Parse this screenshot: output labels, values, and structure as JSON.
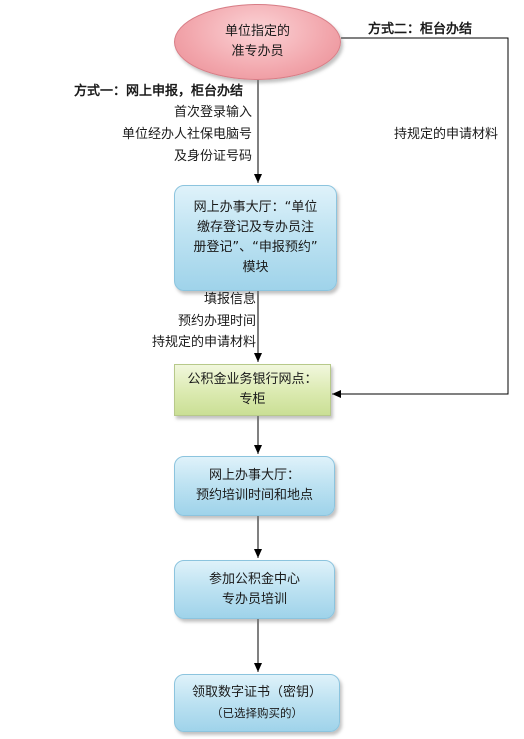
{
  "nodes": {
    "start": {
      "line1": "单位指定的",
      "line2": "准专办员"
    },
    "online_hall_register": {
      "line1": "网上办事大厅：“单位",
      "line2": "缴存登记及专办员注",
      "line3": "册登记”、“申报预约”",
      "line4": "模块"
    },
    "bank_counter": {
      "line1": "公积金业务银行网点：",
      "line2": "专柜"
    },
    "online_hall_training": {
      "line1": "网上办事大厅：",
      "line2": "预约培训时间和地点"
    },
    "training": {
      "line1": "参加公积金中心",
      "line2": "专办员培训"
    },
    "certificate": {
      "line1": "领取数字证书（密钥）",
      "line2": "（已选择购买的）"
    }
  },
  "labels": {
    "method_one": "方式一：网上申报，柜台办结",
    "first_login_1": "首次登录输入",
    "first_login_2": "单位经办人社保电脑号",
    "first_login_3": "及身份证号码",
    "method_two": "方式二：柜台办结",
    "bring_materials_right": "持规定的申请材料",
    "fill_info": "填报信息",
    "book_time": "预约办理时间",
    "bring_materials_mid": "持规定的申请材料"
  }
}
